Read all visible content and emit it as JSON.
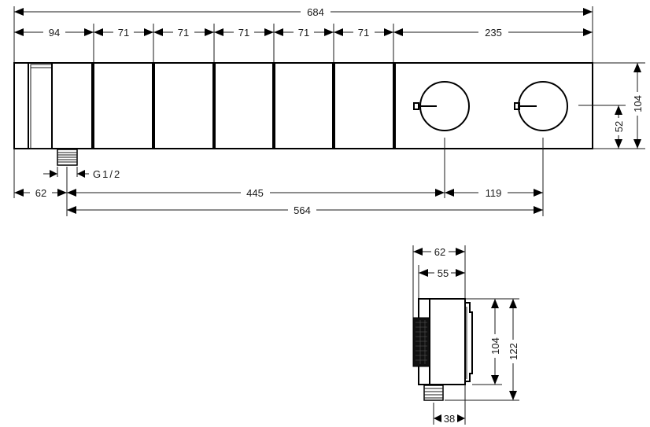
{
  "front_view": {
    "dims_top": {
      "overall": "684",
      "segments": [
        "94",
        "71",
        "71",
        "71",
        "71",
        "71",
        "235"
      ]
    },
    "dims_right": {
      "height": "104",
      "center_height": "52"
    },
    "dims_bottom": {
      "thread": "G1/2",
      "left_offset": "62",
      "to_first_knob": "445",
      "knob_spacing": "119",
      "to_second_knob": "564"
    }
  },
  "side_view": {
    "depth_overall": "62",
    "depth_body": "55",
    "height_body": "104",
    "height_overall": "122",
    "outlet_offset": "38"
  }
}
